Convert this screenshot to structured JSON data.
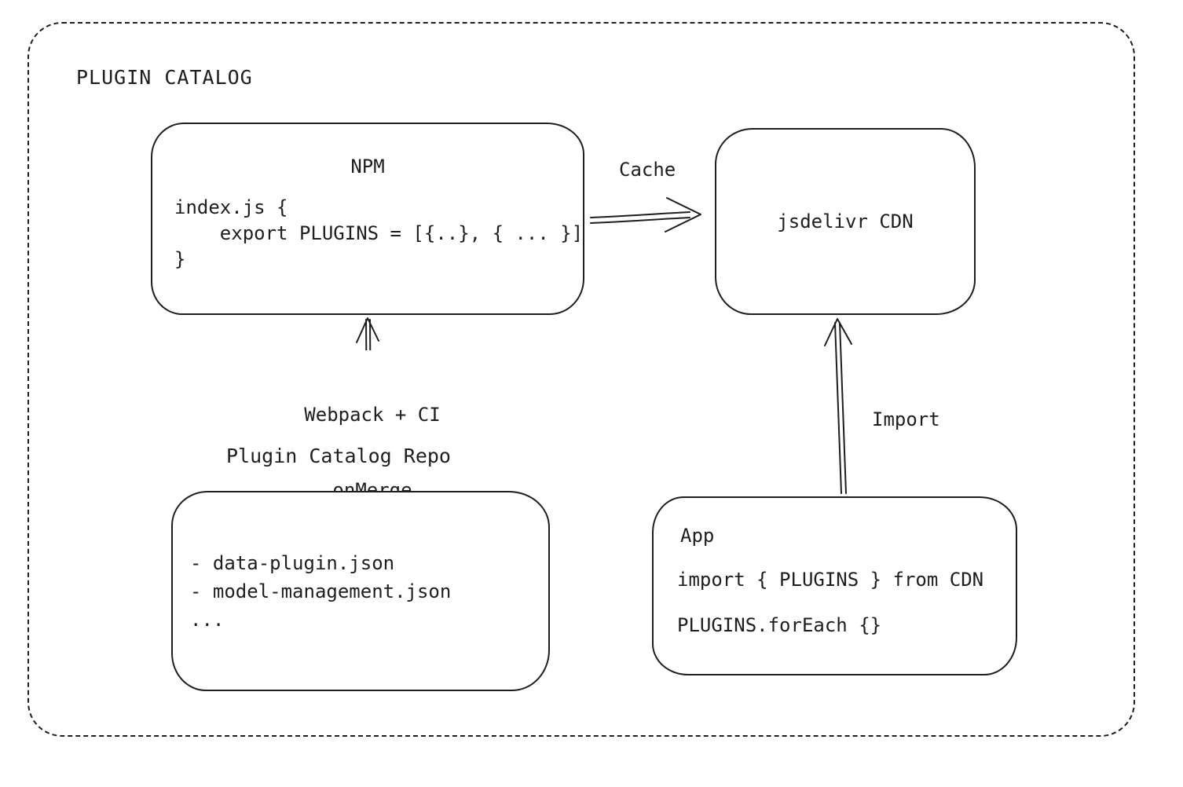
{
  "diagram": {
    "title": "PLUGIN CATALOG",
    "colors": {
      "stroke": "#1e1e1e",
      "background": "#ffffff"
    },
    "nodes": {
      "npm": {
        "title": "NPM",
        "code_lines": {
          "0": "index.js {",
          "1": "    export PLUGINS = [{..}, { ... }]",
          "2": "}"
        }
      },
      "cdn": {
        "label": "jsdelivr CDN"
      },
      "repo": {
        "title": "Plugin Catalog Repo",
        "items": {
          "0": "- data-plugin.json",
          "1": "- model-management.json",
          "2": "..."
        }
      },
      "app": {
        "title": "App",
        "code_lines": {
          "0": "import { PLUGINS } from CDN",
          "1": "PLUGINS.forEach {}"
        }
      }
    },
    "edges": {
      "cache": {
        "label": "Cache",
        "from": "NPM",
        "to": "jsdelivr CDN"
      },
      "build": {
        "label_line1": "Webpack + CI",
        "label_line2": "onMerge",
        "from": "Plugin Catalog Repo",
        "to": "NPM"
      },
      "import": {
        "label": "Import",
        "from": "App",
        "to": "jsdelivr CDN"
      }
    }
  }
}
